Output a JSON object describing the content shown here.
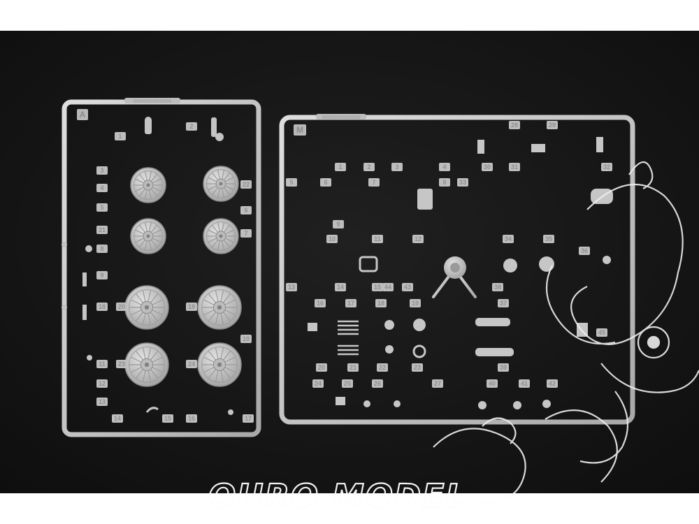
{
  "frames": {
    "left": {
      "letter": "A",
      "code": "0000000000000",
      "tags": [
        "1",
        "2",
        "3",
        "4",
        "5",
        "6",
        "7",
        "8",
        "9",
        "10",
        "11",
        "12",
        "13",
        "14",
        "15",
        "16",
        "17",
        "18",
        "19",
        "20",
        "21",
        "22",
        "23",
        "24"
      ]
    },
    "right": {
      "letter": "M",
      "code": "0000000000000",
      "tags": [
        "1",
        "2",
        "3",
        "4",
        "5",
        "6",
        "7",
        "8",
        "9",
        "10",
        "11",
        "12",
        "13",
        "14",
        "15",
        "16",
        "17",
        "18",
        "19",
        "20",
        "21",
        "22",
        "23",
        "24",
        "25",
        "26",
        "27",
        "28",
        "29",
        "30",
        "31",
        "32",
        "33",
        "34",
        "35",
        "36",
        "37",
        "38",
        "39",
        "40",
        "41",
        "42",
        "43",
        "44",
        "45"
      ]
    }
  },
  "watermark": {
    "text": "OURO MODEL"
  },
  "colors": {
    "background": "#151515",
    "plastic": "#c9c9c9",
    "plastic_shadow": "#8c8c8c",
    "watermark": "#f2f2f2"
  }
}
